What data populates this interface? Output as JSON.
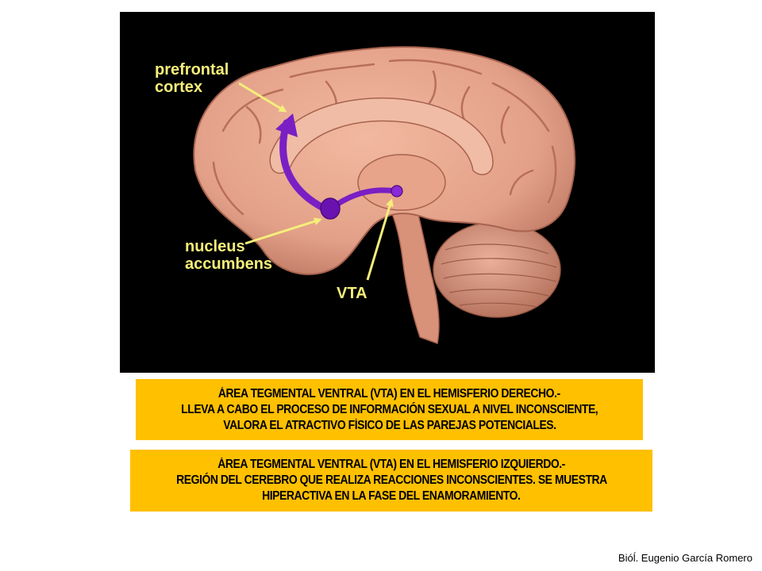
{
  "figure": {
    "labels": {
      "prefrontal_line1": "prefrontal",
      "prefrontal_line2": "cortex",
      "nucleus_line1": "nucleus",
      "nucleus_line2": "accumbens",
      "vta": "VTA"
    }
  },
  "box_right": {
    "line1": "ÁREA TEGMENTAL VENTRAL (VTA) EN EL HEMISFERIO DERECHO.-",
    "line2": "LLEVA A CABO EL PROCESO DE INFORMACIÓN SEXUAL A NIVEL INCONSCIENTE,",
    "line3": "VALORA EL ATRACTIVO  FÍSICO DE LAS PAREJAS POTENCIALES."
  },
  "box_left": {
    "line1": "ÁREA TEGMENTAL VENTRAL (VTA) EN EL HEMISFERIO IZQUIERDO.-",
    "line2": "REGIÓN DEL CEREBRO QUE REALIZA REACCIONES INCONSCIENTES. SE MUESTRA",
    "line3": "HIPERACTIVA EN LA FASE DEL ENAMORAMIENTO."
  },
  "credit": "Bióĺ. Eugenio García Romero",
  "colors": {
    "figure_background": "#000000",
    "brain_fill": "#e8a48a",
    "brain_shadow": "#b86f5a",
    "pathway": "#7a1fc4",
    "label_text": "#f5ee7a",
    "box_fill": "#ffc000"
  }
}
